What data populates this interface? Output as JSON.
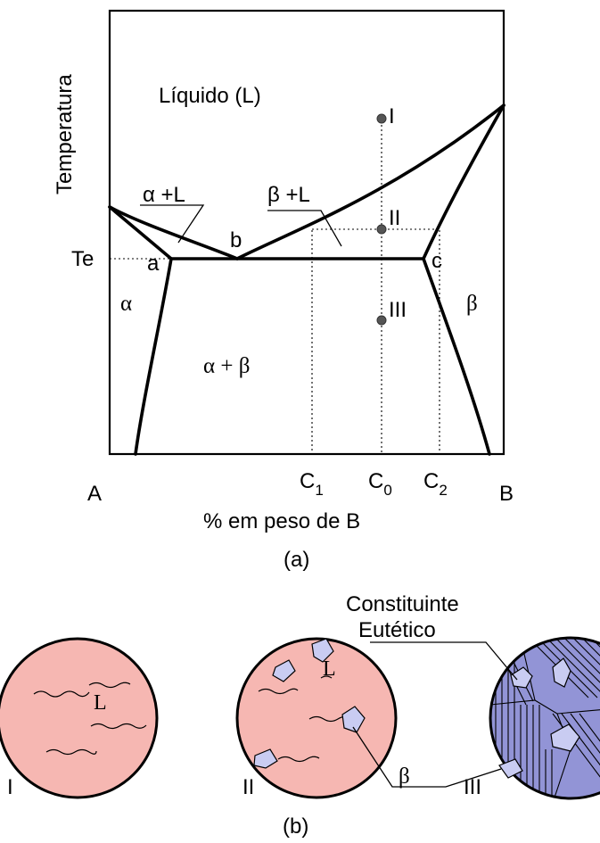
{
  "diagram": {
    "axis_y_label": "Temperatura",
    "axis_x_label": "% em peso de B",
    "caption_a": "(a)",
    "caption_b": "(b)",
    "endpoint_left": "A",
    "endpoint_right": "B",
    "eutectic_temperature": "Te",
    "regions": {
      "liquid": "Líquido (L)",
      "alpha_plus_liquid": "α +L",
      "beta_plus_liquid": "β +L",
      "alpha": "α",
      "beta": "β",
      "alpha_plus_beta": "α + β"
    },
    "points": {
      "a": "a",
      "b": "b",
      "c": "c"
    },
    "states": {
      "I": "I",
      "II": "II",
      "III": "III"
    },
    "compositions": {
      "C1": {
        "main": "C",
        "sub": "1"
      },
      "C0": {
        "main": "C",
        "sub": "0"
      },
      "C2": {
        "main": "C",
        "sub": "2"
      }
    },
    "microstructures": {
      "liquid_symbol": "L",
      "beta_symbol": "β",
      "eutectic_line1": "Constituinte",
      "eutectic_line2": "Eutético",
      "label_I": "I",
      "label_II": "II",
      "label_III": "III"
    },
    "colors": {
      "liquid_fill": "#f6b7b2",
      "eutectic_fill": "#9294d6",
      "beta_crystal_fill": "#c9ccf2"
    }
  }
}
